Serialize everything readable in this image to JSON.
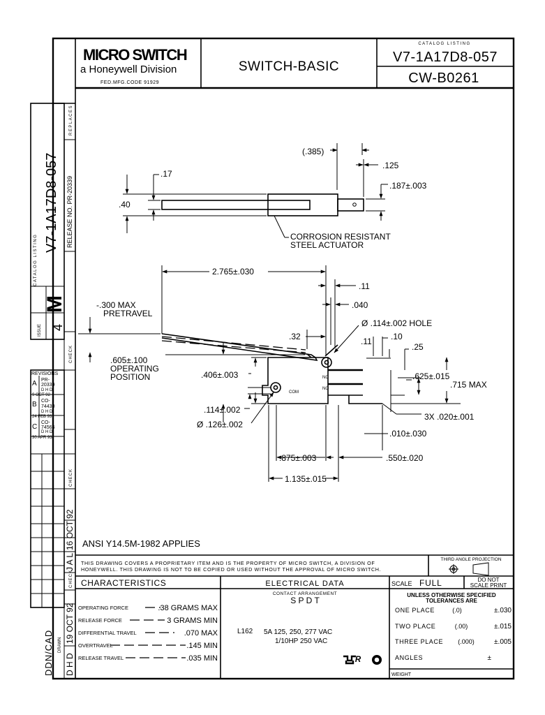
{
  "title_block": {
    "company": "MICRO SWITCH",
    "division": "a Honeywell Division",
    "fed_code": "FED.MFG.CODE 91929",
    "description": "SWITCH-BASIC",
    "catalog_label": "CATALOG LISTING",
    "catalog_number": "V7-1A17D8-057",
    "drawing_number": "CW-B0261"
  },
  "left_strip": {
    "replaces": "REPLACES",
    "release_no": "RELEASE NO. PR-20339",
    "catalog_label": "CATALOG LISTING",
    "catalog_number": "V7-1A17D8-057",
    "size_letter": "M",
    "issue_label": "ISSUE",
    "issue_number": "4",
    "check": "CHECK",
    "revisions_label": "REVISIONS",
    "revisions": [
      {
        "letter": "A",
        "lines": [
          "PR-",
          "20339",
          "D H D",
          "9 OCT 92"
        ]
      },
      {
        "letter": "B",
        "lines": [
          "CO-",
          "74430",
          "D H D",
          "24 FEB 93"
        ]
      },
      {
        "letter": "C",
        "lines": [
          "CO-",
          "74566",
          "D H D",
          "30 APR 93"
        ]
      }
    ],
    "signoff_check": "CHECK",
    "signoff_date": "16 OCT 92",
    "signoff_initials": "J A L",
    "drawn_date": "19 OCT 92",
    "drawn_initials": "D H D",
    "drawn_label": "DRAWN",
    "ddn_cad": "DDN/CAD"
  },
  "top_view": {
    "dim_385": "(.385)",
    "dim_125": ".125",
    "dim_187": ".187±.003",
    "dim_17": ".17",
    "dim_40": ".40",
    "note_line1": "CORROSION RESISTANT",
    "note_line2": "STEEL ACTUATOR"
  },
  "side_view": {
    "dim_2765": "2.765±.030",
    "dim_11a": ".11",
    "dim_040": ".040",
    "pretravel1": "-.300 MAX",
    "pretravel2": "PRETRAVEL",
    "hole": "Ø .114±.002 HOLE",
    "dim_32": ".32",
    "dim_11b": ".11",
    "dim_10": ".10",
    "dim_25": ".25",
    "op_pos1": ".605±.100",
    "op_pos2": "OPERATING",
    "op_pos3": "POSITION",
    "dim_406": ".406±.003",
    "dim_625": ".625±.015",
    "dim_715": ".715 MAX",
    "dim_114": ".114±.002",
    "dim_126": "Ø .126±.002",
    "dim_3x": "3X .020±.001",
    "dim_010": ".010±.030",
    "dim_875": ".875±.003",
    "dim_550": ".550±.020",
    "dim_1135": "1.135±.015",
    "term_com": "COM",
    "term_nc": "NC",
    "term_no": "NO"
  },
  "ansi_note": "ANSI Y14.5M-1982 APPLIES",
  "proprietary": {
    "line1": "THIS DRAWING COVERS A PROPRIETARY ITEM AND IS THE PROPERTY OF MICRO SWITCH, A DIVISION OF",
    "line2": "HONEYWELL. THIS DRAWING IS NOT TO BE COPIED OR USED WITHOUT THE APPROVAL OF MICRO SWITCH."
  },
  "projection_label": "THIRD ANGLE PROJECTION",
  "characteristics": {
    "header": "CHARACTERISTICS",
    "rows": [
      {
        "label": "OPERATING FORCE",
        "value": ".38 GRAMS MAX"
      },
      {
        "label": "RELEASE FORCE",
        "value": "3 GRAMS MIN"
      },
      {
        "label": "DIFFERENTIAL TRAVEL",
        "value": ".070 MAX"
      },
      {
        "label": "OVERTRAVEL",
        "value": ".145 MIN"
      },
      {
        "label": "RELEASE TRAVEL",
        "value": ".035 MIN"
      }
    ]
  },
  "electrical": {
    "header": "ELECTRICAL DATA",
    "contact_label": "CONTACT ARRANGEMENT",
    "contact_value": "S P D T",
    "code": "L162",
    "rating1": "5A 125, 250, 277 VAC",
    "rating2": "1/10HP 250 VAC"
  },
  "scale": {
    "label": "SCALE",
    "value": "FULL",
    "do_not1": "DO NOT",
    "do_not2": "SCALE PRINT"
  },
  "tolerances": {
    "header1": "UNLESS OTHERWISE SPECIFIED",
    "header2": "TOLERANCES ARE",
    "rows": [
      {
        "label": "ONE PLACE",
        "digits": "(.0)",
        "value": "±.030"
      },
      {
        "label": "TWO PLACE",
        "digits": "(.00)",
        "value": "±.015"
      },
      {
        "label": "THREE PLACE",
        "digits": "(.000)",
        "value": "±.005"
      },
      {
        "label": "ANGLES",
        "digits": "",
        "value": "±"
      }
    ],
    "weight": "WEIGHT"
  }
}
